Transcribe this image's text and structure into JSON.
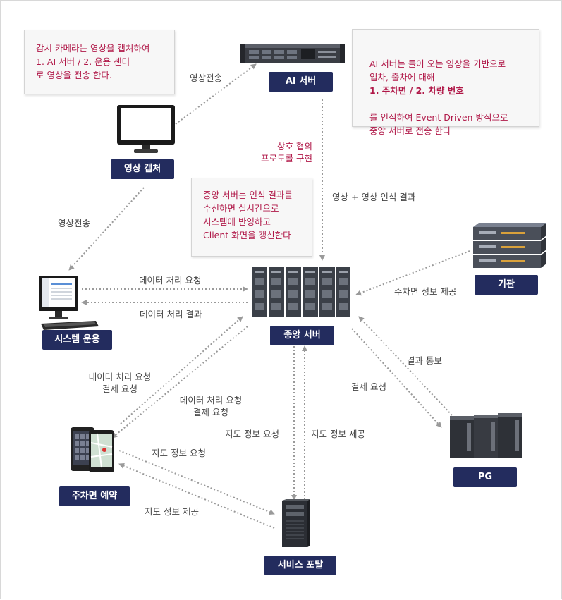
{
  "notes": {
    "capture": "감시 카메라는 영상을 캡쳐하여\n1. AI 서버 / 2. 운용 센터\n로 영상을 전송 한다.",
    "ai_line1": "AI 서버는 들어 오는 영상을 기반으로\n입차, 출차에 대해",
    "ai_line2": "1. 주차면 /  2. 차량 번호",
    "ai_line3": "를 인식하여 Event Driven 방식으로\n중앙 서버로 전송 한다",
    "central": "중앙 서버는 인식 결과를\n수신하면 실시간으로\n시스템에 반영하고\nClient 화면을 갱신한다"
  },
  "nodes": {
    "ai_server": "AI 서버",
    "capture": "영상 캡처",
    "system": "시스템 운용",
    "central": "중앙 서버",
    "agency": "기관",
    "pg": "PG",
    "reservation": "주차면 예약",
    "portal": "서비스 포탈"
  },
  "edges": {
    "video_to_ai": "영상전송",
    "video_to_system": "영상전송",
    "protocol": "상호 협의\n프로토콜 구현",
    "ai_to_central": "영상 + 영상 인식 결과",
    "data_request": "데이터 처리 요청",
    "data_result": "데이터 처리 결과",
    "agency_info": "주차면 정보 제공",
    "result_notice": "결과 통보",
    "payment_request": "결제 요청",
    "res_data_left": "데이터 처리 요청\n결제 요청",
    "res_data_right": "데이터 처리 요청\n결제 요청",
    "map_request_v": "지도 정보 요청",
    "map_provide_v": "지도 정보 제공",
    "map_request_d": "지도 정보 요청",
    "map_provide_d": "지도 정보 제공"
  },
  "colors": {
    "label_bg": "#232c5e",
    "note_text": "#b01848",
    "arrow": "#9a9a9a"
  }
}
